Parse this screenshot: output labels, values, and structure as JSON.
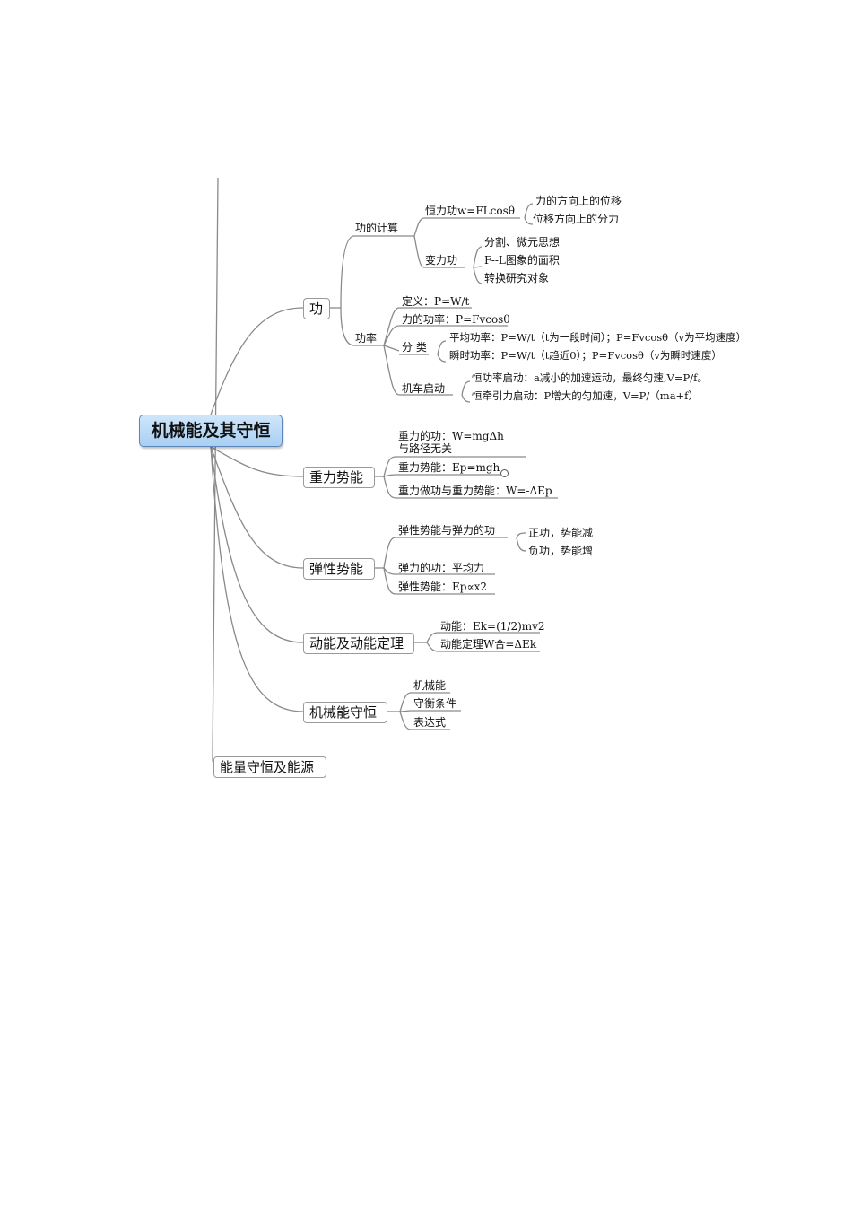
{
  "root": "机械能及其守恒",
  "gong": {
    "label": "功",
    "calc": {
      "label": "功的计算",
      "constant": {
        "label": "恒力功w=FLcosθ",
        "items": [
          "力的方向上的位移",
          "位移方向上的分力"
        ]
      },
      "variable": {
        "label": "变力功",
        "items": [
          "分割、微元思想",
          "F--L图象的面积",
          "转换研究对象"
        ]
      }
    },
    "power": {
      "label": "功率",
      "definition": "定义：P=W/t",
      "force_power": "力的功率：P=Fvcosθ",
      "classify": {
        "label": "分 类",
        "items": [
          "平均功率：P=W/t（t为一段时间）；P=Fvcosθ（v为平均速度）",
          "瞬时功率：P=W/t（t趋近0）；P=Fvcosθ（v为瞬时速度）"
        ]
      },
      "start": {
        "label": "机车启动",
        "items": [
          "恒功率启动：a减小的加速运动，最终匀速,V=P/f。",
          "恒牵引力启动：P增大的匀加速，V=P/（ma+f）"
        ]
      }
    }
  },
  "gravity": {
    "label": "重力势能",
    "items": [
      "重力的功：W=mgΔh",
      "与路径无关",
      "重力势能：Ep=mgh",
      "重力做功与重力势能：W=-ΔEp"
    ]
  },
  "elastic": {
    "label": "弹性势能",
    "work_relation": {
      "label": "弹性势能与弹力的功",
      "items": [
        "正功，势能减",
        "负功，势能增"
      ]
    },
    "items": [
      "弹力的功：平均力",
      "弹性势能：Ep∝x2"
    ]
  },
  "kinetic": {
    "label": "动能及动能定理",
    "items": [
      "动能：Ek=(1/2)mv2",
      "动能定理W合=ΔEk"
    ]
  },
  "conservation": {
    "label": "机械能守恒",
    "items": [
      "机械能",
      "守衡条件",
      "表达式"
    ]
  },
  "energy": {
    "label": "能量守恒及能源"
  }
}
